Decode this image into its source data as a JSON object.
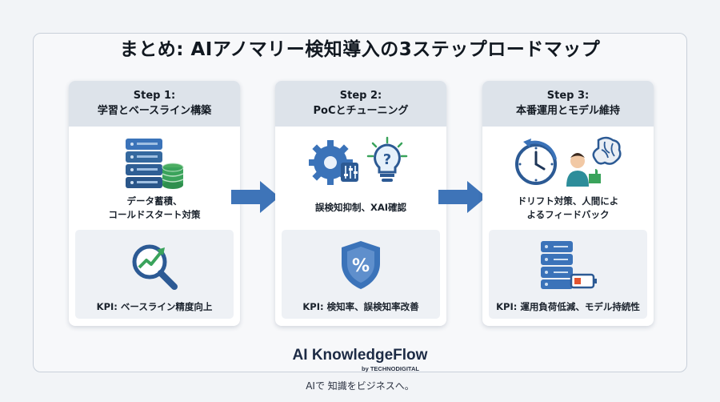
{
  "title": "まとめ: AIアノマリー検知導入の3ステップロードマップ",
  "steps": [
    {
      "step": "Step 1:",
      "name": "学習とベースライン構築",
      "desc_lines": [
        "データ蓄積、",
        "コールドスタート対策"
      ],
      "illustration": "database-stack-icon",
      "kpi_icon": "magnifier-trend-icon",
      "kpi": "KPI: ベースライン精度向上"
    },
    {
      "step": "Step 2:",
      "name": "PoCとチューニング",
      "desc_lines": [
        "誤検知抑制、XAI確認"
      ],
      "illustration": "gears-lightbulb-icon",
      "kpi_icon": "percent-shield-icon",
      "kpi": "KPI: 検知率、誤検知率改善"
    },
    {
      "step": "Step 3:",
      "name": "本番運用とモデル維持",
      "desc_lines": [
        "ドリフト対策、人間によ",
        "よるフィードバック"
      ],
      "illustration": "clock-human-brain-icon",
      "kpi_icon": "server-battery-icon",
      "kpi": "KPI: 運用負荷低減、モデル持続性"
    }
  ],
  "brand": {
    "name": "AI KnowledgeFlow",
    "byline": "by TECHNODIGITAL",
    "tagline": "AIで 知識をビジネスへ。"
  },
  "colors": {
    "accent": "#3b73b9",
    "arrow": "#3e74b8",
    "card_header": "#dde3ea",
    "kpi_panel": "#eef1f5",
    "green": "#3aa35b"
  }
}
